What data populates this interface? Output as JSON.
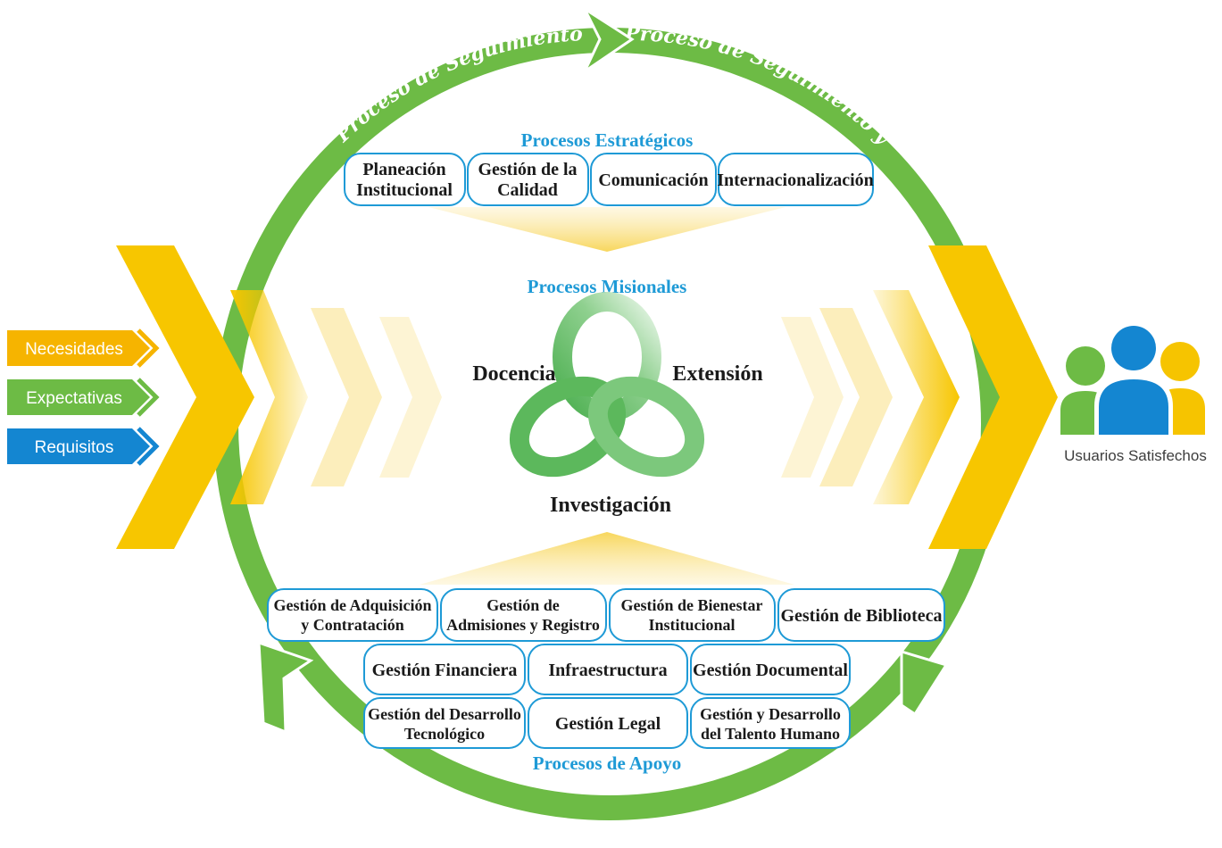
{
  "cycle": {
    "arc_label": "Proceso de Seguimiento y Control",
    "color": "#6dbb45"
  },
  "inputs": [
    {
      "label": "Necesidades",
      "color": "#f6b400"
    },
    {
      "label": "Expectativas",
      "color": "#6dbb45"
    },
    {
      "label": "Requisitos",
      "color": "#1486d1"
    }
  ],
  "strategic": {
    "title": "Procesos Estratégicos",
    "items": [
      {
        "lines": [
          "Planeación",
          "Institucional"
        ]
      },
      {
        "lines": [
          "Gestión de la",
          "Calidad"
        ]
      },
      {
        "lines": [
          "Comunicación"
        ]
      },
      {
        "lines": [
          "Internacionalización"
        ]
      }
    ]
  },
  "missional": {
    "title": "Procesos Misionales",
    "docencia": "Docencia",
    "extension": "Extensión",
    "investigacion": "Investigación"
  },
  "support": {
    "title": "Procesos de Apoyo",
    "row1": [
      {
        "lines": [
          "Gestión de Adquisición",
          "y Contratación"
        ]
      },
      {
        "lines": [
          "Gestión de",
          "Admisiones y Registro"
        ]
      },
      {
        "lines": [
          "Gestión de Bienestar",
          "Institucional"
        ]
      },
      {
        "lines": [
          "Gestión de Biblioteca"
        ]
      }
    ],
    "row2": [
      {
        "lines": [
          "Gestión Financiera"
        ]
      },
      {
        "lines": [
          "Infraestructura"
        ]
      },
      {
        "lines": [
          "Gestión Documental"
        ]
      }
    ],
    "row3": [
      {
        "lines": [
          "Gestión del Desarrollo",
          "Tecnológico"
        ]
      },
      {
        "lines": [
          "Gestión Legal"
        ]
      },
      {
        "lines": [
          "Gestión y Desarrollo",
          "del Talento Humano"
        ]
      }
    ]
  },
  "output": {
    "label": "Usuarios Satisfechos",
    "colors": {
      "left": "#6dbb45",
      "center": "#1486d1",
      "right": "#f6c400"
    }
  },
  "colors": {
    "accent_blue": "#1e9ad6",
    "chevron_yellow": "#f7c600",
    "chevron_light": "#fbe7a0",
    "knot_green": "#5cb85c"
  }
}
